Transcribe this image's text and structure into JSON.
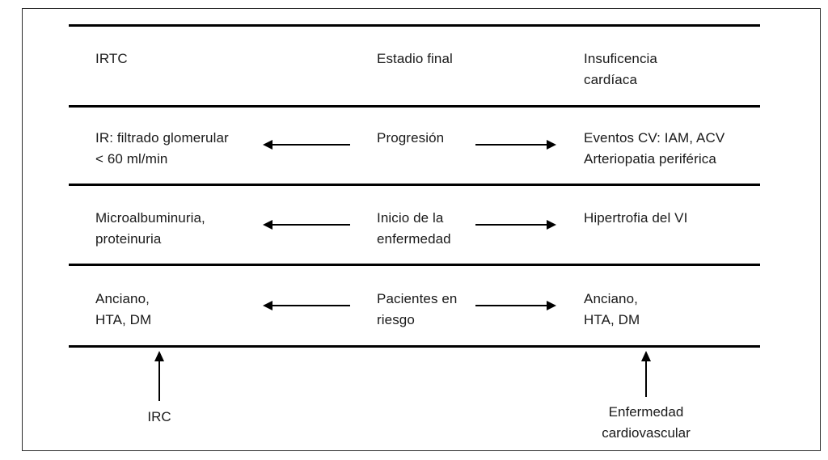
{
  "diagram": {
    "type": "continuum-table",
    "columns": [
      {
        "id": "irtc",
        "header": "IRTC"
      },
      {
        "id": "final",
        "header": "Estadio final"
      },
      {
        "id": "ic",
        "header": "Insuficencia\ncardíaca"
      }
    ],
    "rows": [
      {
        "id": "row-1",
        "left": "IR: filtrado glomerular\n< 60 ml/min",
        "middle": "Progresión",
        "right": "Eventos CV: IAM, ACV\nArteriopatia periférica",
        "arrow_left": "arrow-left",
        "arrow_right": "arrow-right"
      },
      {
        "id": "row-2",
        "left": "Microalbuminuria,\nproteinuria",
        "middle": "Inicio de la\nenfermedad",
        "right": "Hipertrofia del VI",
        "arrow_left": "arrow-left",
        "arrow_right": "arrow-right"
      },
      {
        "id": "row-3",
        "left": "Anciano,\nHTA, DM",
        "middle": "Pacientes en\nriesgo",
        "right": "Anciano,\nHTA, DM",
        "arrow_left": "arrow-left",
        "arrow_right": "arrow-right"
      }
    ],
    "footers": [
      {
        "id": "irc",
        "label": "IRC",
        "arrow": "arrow-up"
      },
      {
        "id": "ecv",
        "label": "Enfermedad\ncardiovascular",
        "arrow": "arrow-up"
      }
    ],
    "colors": {
      "background": "#ffffff",
      "text": "#1a1a1a",
      "rule": "#000000",
      "frame": "#2b2b2b",
      "arrow": "#000000"
    }
  }
}
